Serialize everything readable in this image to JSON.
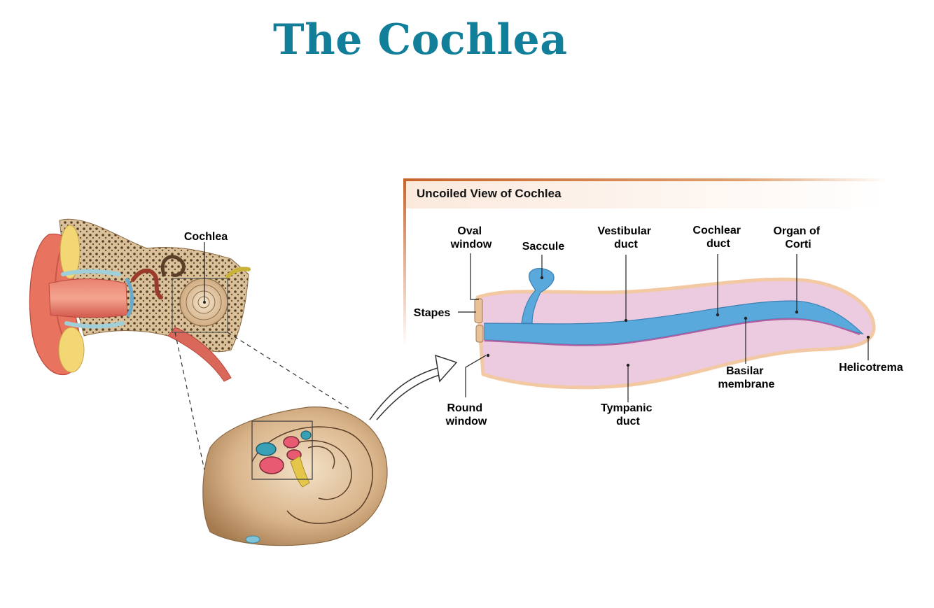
{
  "title": "The Cochlea",
  "ear_section": {
    "cochlea_label": "Cochlea"
  },
  "uncoiled_panel": {
    "heading": "Uncoiled View of Cochlea",
    "labels": {
      "oval_window": [
        "Oval",
        "window"
      ],
      "saccule": "Saccule",
      "vestibular_duct": [
        "Vestibular",
        "duct"
      ],
      "cochlear_duct": [
        "Cochlear",
        "duct"
      ],
      "organ_of_corti": [
        "Organ of",
        "Corti"
      ],
      "stapes": "Stapes",
      "round_window": [
        "Round",
        "window"
      ],
      "tympanic_duct": [
        "Tympanic",
        "duct"
      ],
      "basilar_membrane": [
        "Basilar",
        "membrane"
      ],
      "helicotrema": "Helicotrema"
    }
  },
  "colors": {
    "title": "#117e9a",
    "panel_border": "#c8622a",
    "duct_pink": "#eccbe0",
    "duct_outline": "#f2c9a3",
    "cochlear_blue": "#5aa9dc",
    "bone": "#c9a173",
    "ear_red": "#e0645a"
  }
}
